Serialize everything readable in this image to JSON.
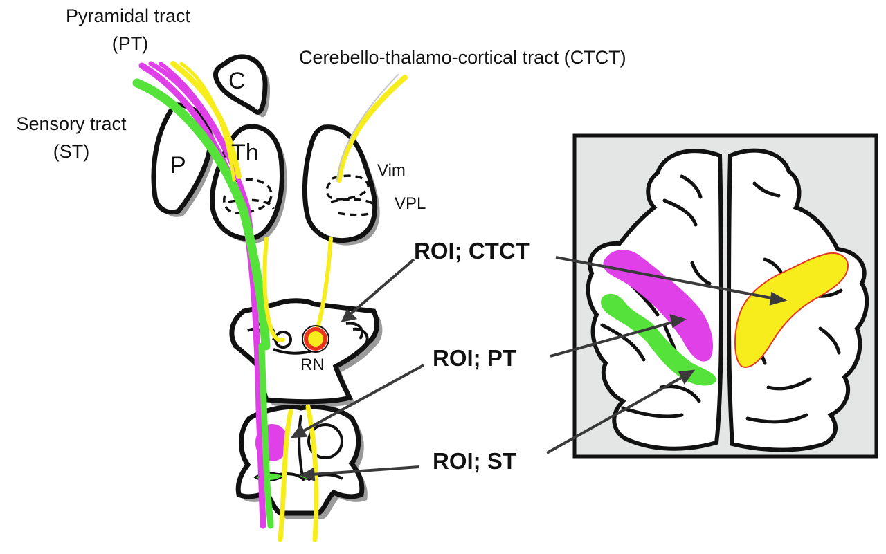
{
  "labels": {
    "pt_line1": "Pyramidal tract",
    "pt_line2": "(PT)",
    "st_line1": "Sensory tract",
    "st_line2": "(ST)",
    "ctct": "Cerebello-thalamo-cortical tract  (CTCT)",
    "c": "C",
    "p": "P",
    "th": "Th",
    "vim": "Vim",
    "vpl": "VPL",
    "rn": "RN",
    "roi_ctct": "ROI; CTCT",
    "roi_pt": "ROI; PT",
    "roi_st": "ROI; ST"
  },
  "colors": {
    "pyramidal_tract": "#e040e8",
    "sensory_tract": "#55e23a",
    "ctct": "#f7ec1c",
    "red_nucleus_ring": "#e8351e",
    "outline": "#111111",
    "shadow": "#9a9a9a",
    "panel_background": "#e4e6e6",
    "arrow": "#3a3a3a"
  }
}
